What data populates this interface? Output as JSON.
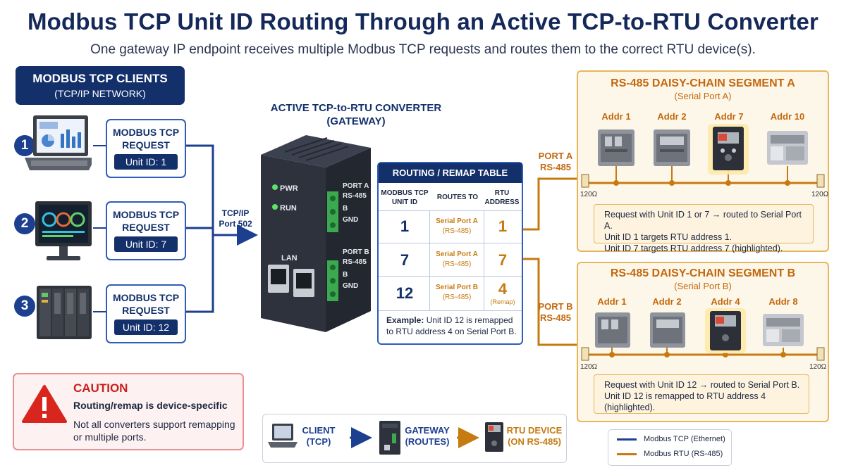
{
  "title": "Modbus TCP Unit ID Routing Through an Active TCP-to-RTU Converter",
  "subtitle": "One gateway IP endpoint receives multiple Modbus TCP requests and routes them to the correct RTU device(s).",
  "clients": {
    "heading": "MODBUS TCP CLIENTS",
    "subheading": "(TCP/IP NETWORK)",
    "items": [
      {
        "number": "1",
        "device_icon": "laptop-icon",
        "request_label": "MODBUS TCP REQUEST",
        "unit_id": "Unit ID: 1"
      },
      {
        "number": "2",
        "device_icon": "hmi-monitor-icon",
        "request_label": "MODBUS TCP REQUEST",
        "unit_id": "Unit ID: 7"
      },
      {
        "number": "3",
        "device_icon": "plc-icon",
        "request_label": "MODBUS TCP REQUEST",
        "unit_id": "Unit ID: 12"
      }
    ]
  },
  "tcp_link": {
    "line1": "TCP/IP",
    "line2": "Port 502"
  },
  "converter": {
    "title": "ACTIVE TCP-to-RTU CONVERTER",
    "subtitle": "(GATEWAY)",
    "leds": [
      "PWR",
      "RUN"
    ],
    "lan_label": "LAN",
    "port_a_label": [
      "PORT A",
      "RS-485",
      "B",
      "GND"
    ],
    "port_b_label": [
      "PORT B",
      "RS-485",
      "B",
      "GND"
    ]
  },
  "routing_table": {
    "title": "ROUTING / REMAP TABLE",
    "columns": [
      "MODBUS TCP UNIT ID",
      "ROUTES TO",
      "RTU ADDRESS"
    ],
    "rows": [
      {
        "unit_id": "1",
        "route": "Serial Port A",
        "route_sub": "(RS-485)",
        "rtu_address": "1",
        "note": ""
      },
      {
        "unit_id": "7",
        "route": "Serial Port A",
        "route_sub": "(RS-485)",
        "rtu_address": "7",
        "note": ""
      },
      {
        "unit_id": "12",
        "route": "Serial Port B",
        "route_sub": "(RS-485)",
        "rtu_address": "4",
        "note": "(Remap)"
      }
    ],
    "example_bold": "Example:",
    "example_text": "Unit ID 12 is remapped to RTU address 4 on Serial Port B."
  },
  "segment_a": {
    "title": "RS-485 DAISY-CHAIN SEGMENT A",
    "subtitle": "(Serial Port A)",
    "port_label": [
      "PORT A",
      "RS-485"
    ],
    "addresses": [
      "Addr 1",
      "Addr 2",
      "Addr 7",
      "Addr 10"
    ],
    "highlighted_index": 2,
    "terminator_left": "120Ω",
    "terminator_right": "120Ω",
    "note": [
      "Request with Unit ID 1 or 7 → routed to Serial Port A.",
      "Unit ID 1 targets RTU address 1.",
      "Unit ID 7 targets RTU address 7 (highlighted)."
    ]
  },
  "segment_b": {
    "title": "RS-485 DAISY-CHAIN SEGMENT B",
    "subtitle": "(Serial Port B)",
    "port_label": [
      "PORT B",
      "RS-485"
    ],
    "addresses": [
      "Addr 1",
      "Addr 2",
      "Addr 4",
      "Addr 8"
    ],
    "highlighted_index": 2,
    "terminator_left": "120Ω",
    "terminator_right": "120Ω",
    "note": [
      "Request with Unit ID 12 → routed to Serial Port B.",
      "Unit ID 12 is remapped to RTU address 4",
      "(highlighted)."
    ]
  },
  "caution": {
    "heading": "CAUTION",
    "subheading": "Routing/remap is device-specific",
    "text_line1": "Not all converters support remapping",
    "text_line2": "or multiple ports."
  },
  "flow": {
    "client": [
      "CLIENT",
      "(TCP)"
    ],
    "gateway": [
      "GATEWAY",
      "(ROUTES)"
    ],
    "rtu": [
      "RTU DEVICE",
      "(ON RS-485)"
    ]
  },
  "legend": {
    "items": [
      {
        "label": "Modbus TCP (Ethernet)",
        "color": "#1d3f8f"
      },
      {
        "label": "Modbus RTU (RS-485)",
        "color": "#c67a10"
      }
    ]
  },
  "colors": {
    "tcp": "#1d3f8f",
    "rtu": "#c67a10",
    "navy": "#13306b",
    "caution": "#c7211e"
  }
}
